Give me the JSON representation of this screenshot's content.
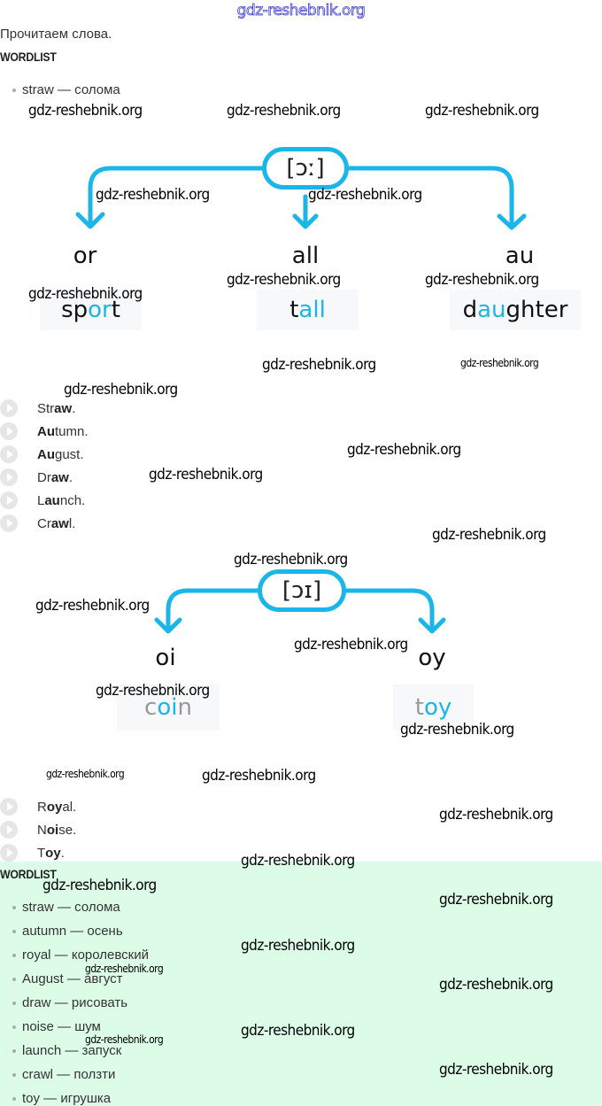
{
  "watermark": "gdz-reshebnik.org",
  "intro": "Прочитаем слова.",
  "wordlist_heading": "WORDLIST",
  "top_wordlist": [
    {
      "text": "straw — солома"
    }
  ],
  "diagram1": {
    "phoneme": "[ɔː]",
    "branches": [
      {
        "letters": "or",
        "word_pre": "sp",
        "word_hl": "or",
        "word_post": "t"
      },
      {
        "letters": "all",
        "word_pre": "t",
        "word_hl": "all",
        "word_post": ""
      },
      {
        "letters": "au",
        "word_pre": "d",
        "word_hl": "au",
        "word_post": "ghter"
      }
    ]
  },
  "audio1": [
    {
      "pre": "Str",
      "bold": "aw",
      "post": "."
    },
    {
      "pre": "",
      "bold": "Au",
      "post": "tumn."
    },
    {
      "pre": "",
      "bold": "Au",
      "post": "gust."
    },
    {
      "pre": "Dr",
      "bold": "aw",
      "post": "."
    },
    {
      "pre": "L",
      "bold": "au",
      "post": "nch."
    },
    {
      "pre": "Cr",
      "bold": "aw",
      "post": "l."
    }
  ],
  "diagram2": {
    "phoneme": "[ɔɪ]",
    "branches": [
      {
        "letters": "oi",
        "word_pre": "c",
        "word_hl": "oi",
        "word_post": "n"
      },
      {
        "letters": "oy",
        "word_pre": "t",
        "word_hl": "oy",
        "word_post": ""
      }
    ]
  },
  "audio2": [
    {
      "pre": "R",
      "bold": "oy",
      "post": "al."
    },
    {
      "pre": "N",
      "bold": "oi",
      "post": "se."
    },
    {
      "pre": "T",
      "bold": "oy",
      "post": "."
    }
  ],
  "bottom_wordlist": [
    {
      "text": "straw — солома"
    },
    {
      "text": "autumn — осень"
    },
    {
      "text": "royal — королевский"
    },
    {
      "text": "August — август"
    },
    {
      "text": "draw — рисовать"
    },
    {
      "text": "noise — шум"
    },
    {
      "text": "launch — запуск"
    },
    {
      "text": "crawl — ползти"
    },
    {
      "text": "toy — игрушка"
    }
  ],
  "colors": {
    "accent": "#1ab6ea",
    "wordlist_bg": "#dcfce8"
  }
}
